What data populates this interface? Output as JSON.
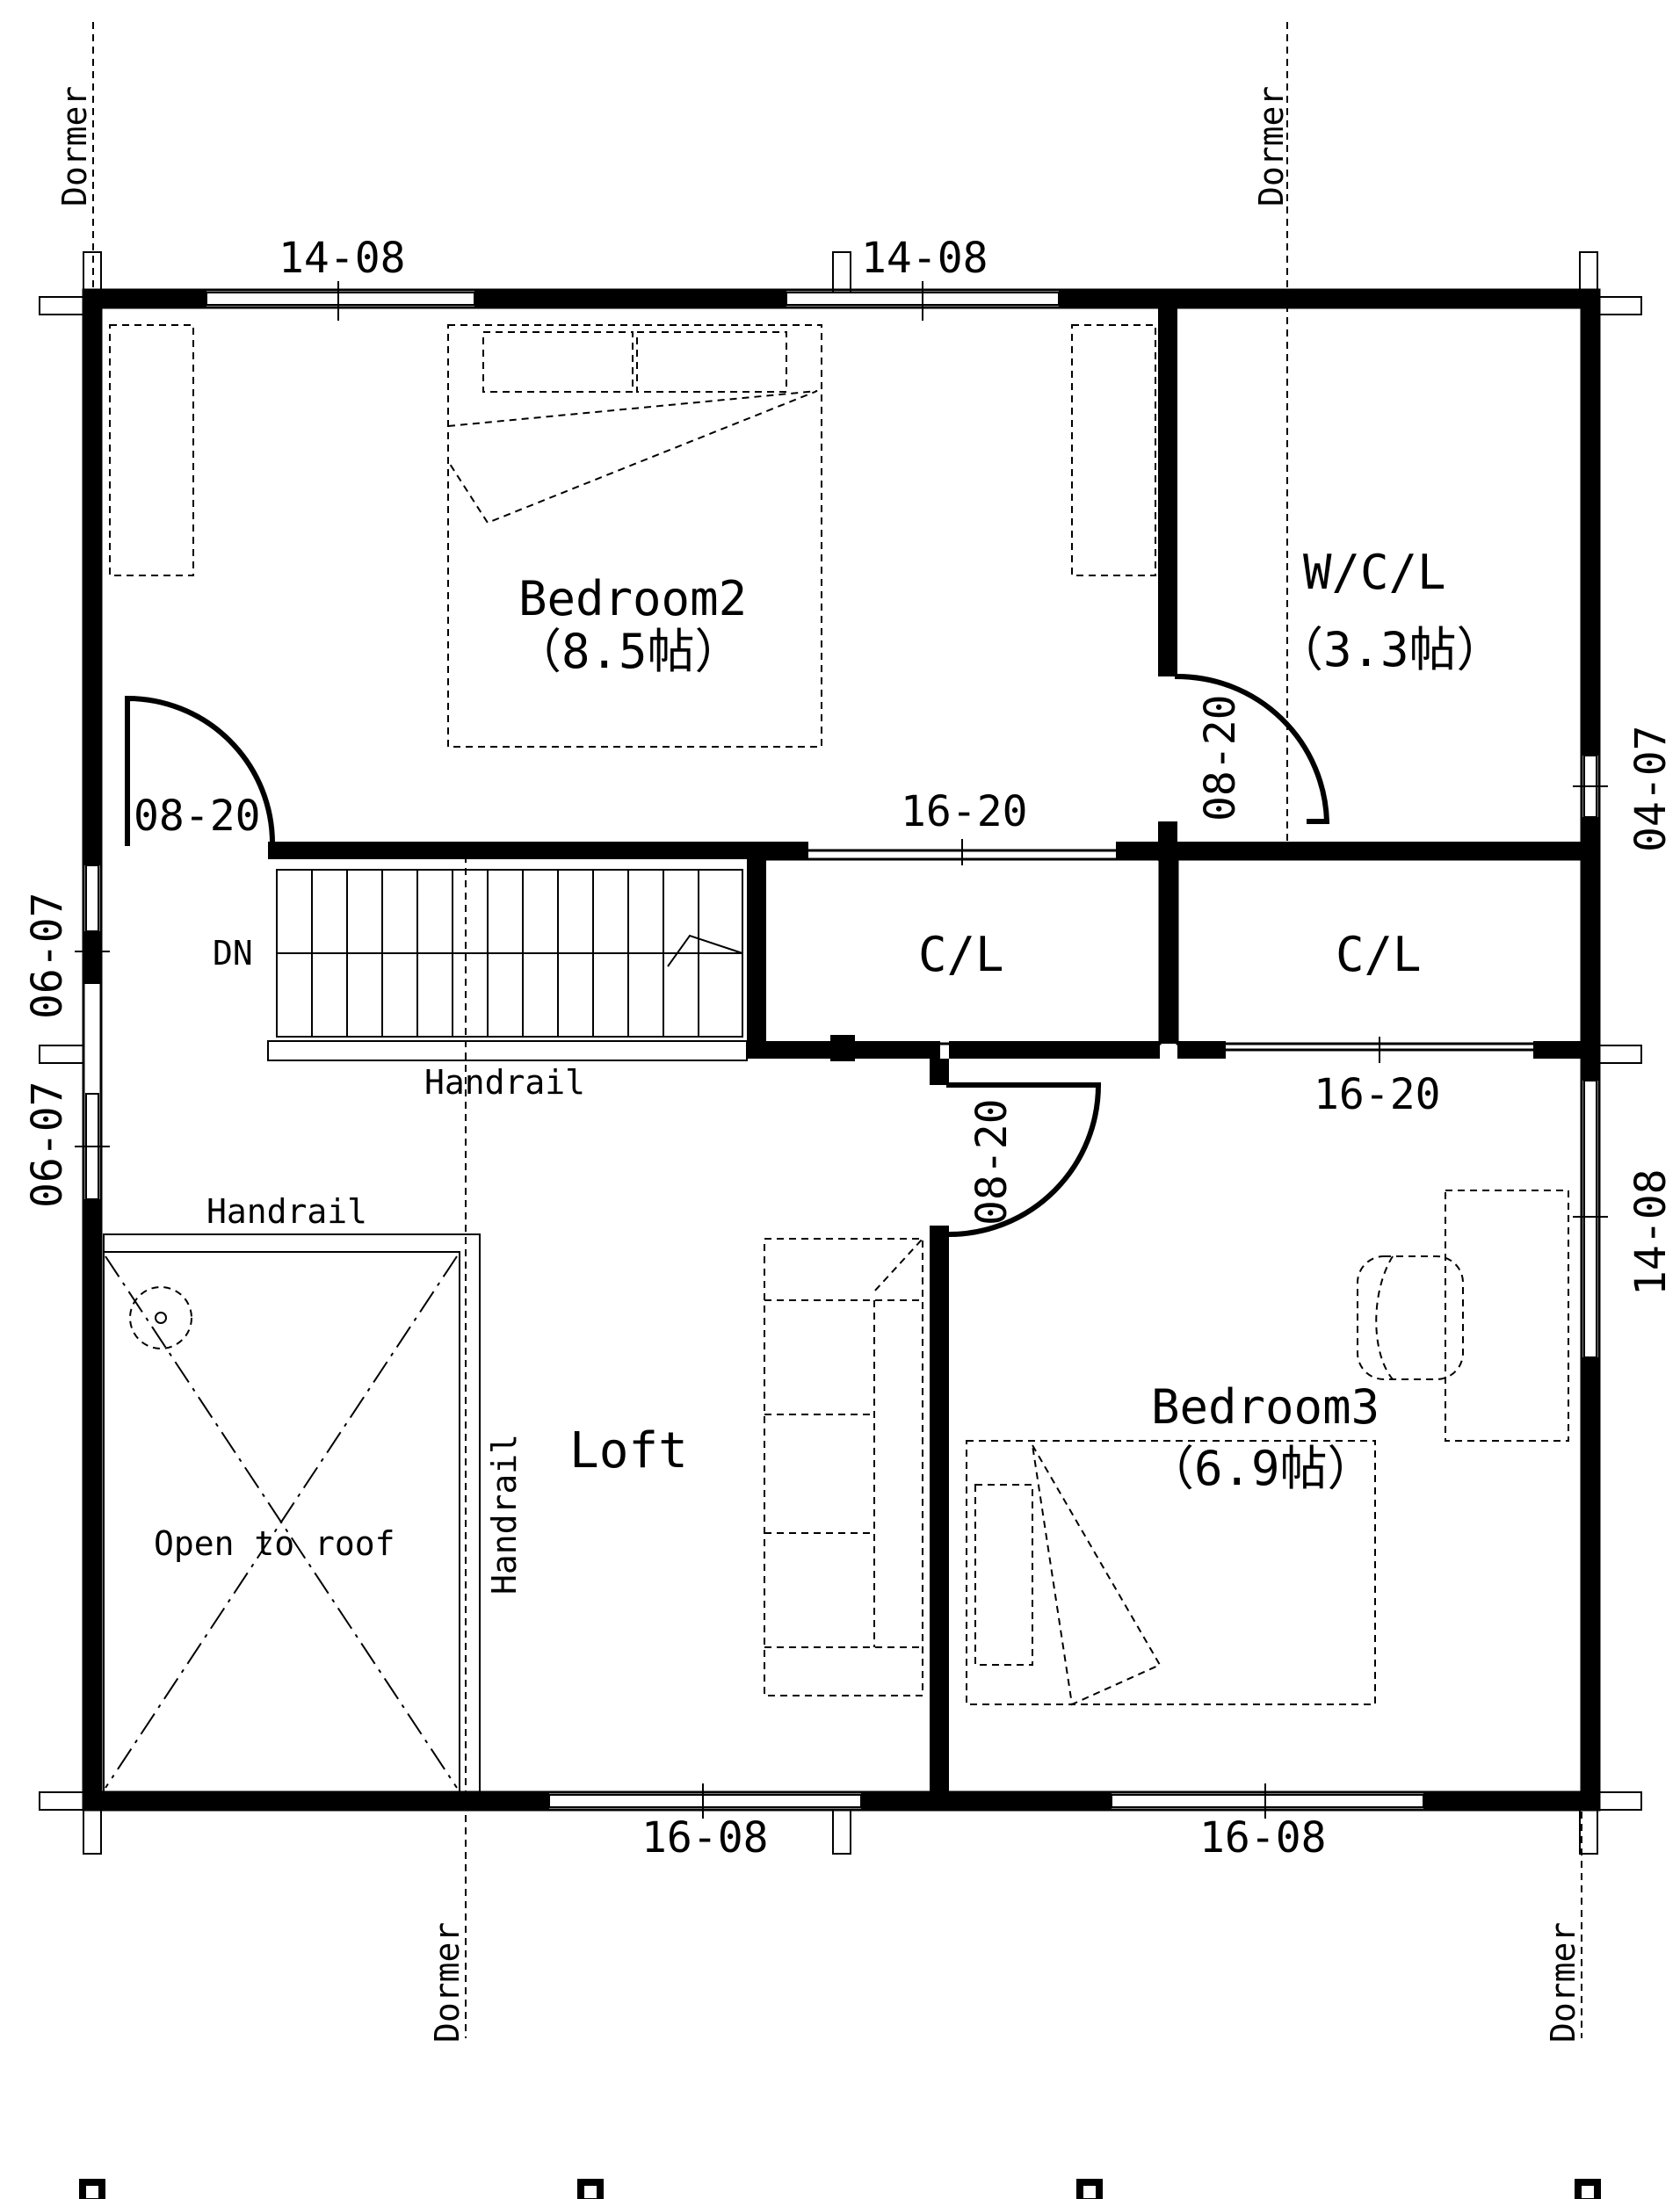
{
  "rooms": {
    "bedroom2": {
      "name": "Bedroom2",
      "area": "（8.5帖）"
    },
    "wcl": {
      "name": "W/C/L",
      "area": "（3.3帖）"
    },
    "cl1": {
      "name": "C/L"
    },
    "cl2": {
      "name": "C/L"
    },
    "bedroom3": {
      "name": "Bedroom3",
      "area": "（6.9帖）"
    },
    "loft": {
      "name": "Loft"
    }
  },
  "labels": {
    "dn": "DN",
    "handrail_stair": "Handrail",
    "handrail_void_top": "Handrail",
    "handrail_void_side": "Handrail",
    "open_to_roof": "Open to roof",
    "dormer_tl": "Dormer",
    "dormer_tr": "Dormer",
    "dormer_bc": "Dormer",
    "dormer_br": "Dormer"
  },
  "openings": {
    "win_top_left": "14-08",
    "win_top_right": "14-08",
    "door_bedroom2": "08-20",
    "door_wcl": "08-20",
    "door_cl_top": "16-20",
    "door_cl_bottom": "16-20",
    "door_bedroom3": "08-20",
    "win_right_wcl": "04-07",
    "win_right_bed3": "14-08",
    "win_left_upper": "06-07",
    "win_left_lower": "06-07",
    "win_bottom_left": "16-08",
    "win_bottom_right": "16-08"
  }
}
